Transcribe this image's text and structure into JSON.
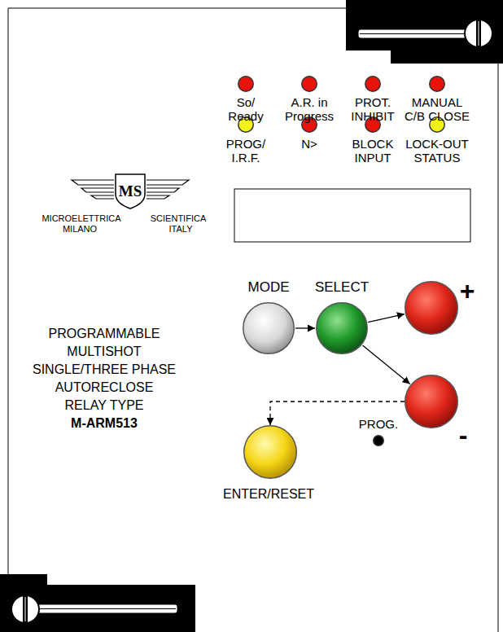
{
  "diagram": {
    "nodes": [
      {
        "text": [
          "So/ Ready"
        ]
      },
      {
        "text": [
          "A.R. in Progress"
        ]
      },
      {
        "text": [
          "PROT. INHIBIT"
        ]
      },
      {
        "text": [
          "MANUAL C/B CLOSE"
        ]
      },
      {
        "text": [
          "PROG/ I.R.F."
        ]
      },
      {
        "text": [
          "N>"
        ]
      },
      {
        "text": [
          "BLOCK INPUT"
        ]
      },
      {
        "text": [
          "LOCK-OUT STATUS"
        ]
      },
      {
        "text": [
          "MODE"
        ]
      },
      {
        "text": [
          "SELECT"
        ]
      },
      {
        "text": [
          "+"
        ]
      },
      {
        "text": [
          "-"
        ]
      },
      {
        "text": [
          "ENTER/RESET"
        ]
      },
      {
        "text": [
          "PROG."
        ]
      }
    ],
    "edges": [
      {
        "from": 8,
        "to": 9,
        "arrow": "to"
      },
      {
        "from": 9,
        "to": 10,
        "arrow": "to"
      },
      {
        "from": 9,
        "to": 11,
        "arrow": "to"
      },
      {
        "from": 11,
        "to": 12,
        "arrow": "to"
      }
    ],
    "labels": [
      "MS",
      "MICROELETTRICA",
      "SCIENTIFICA",
      "MILANO",
      "ITALY",
      "PROGRAMMABLE",
      "MULTISHOT",
      "SINGLE/THREE PHASE",
      "AUTORECLOSE",
      "RELAY TYPE",
      "M-ARM513"
    ]
  }
}
